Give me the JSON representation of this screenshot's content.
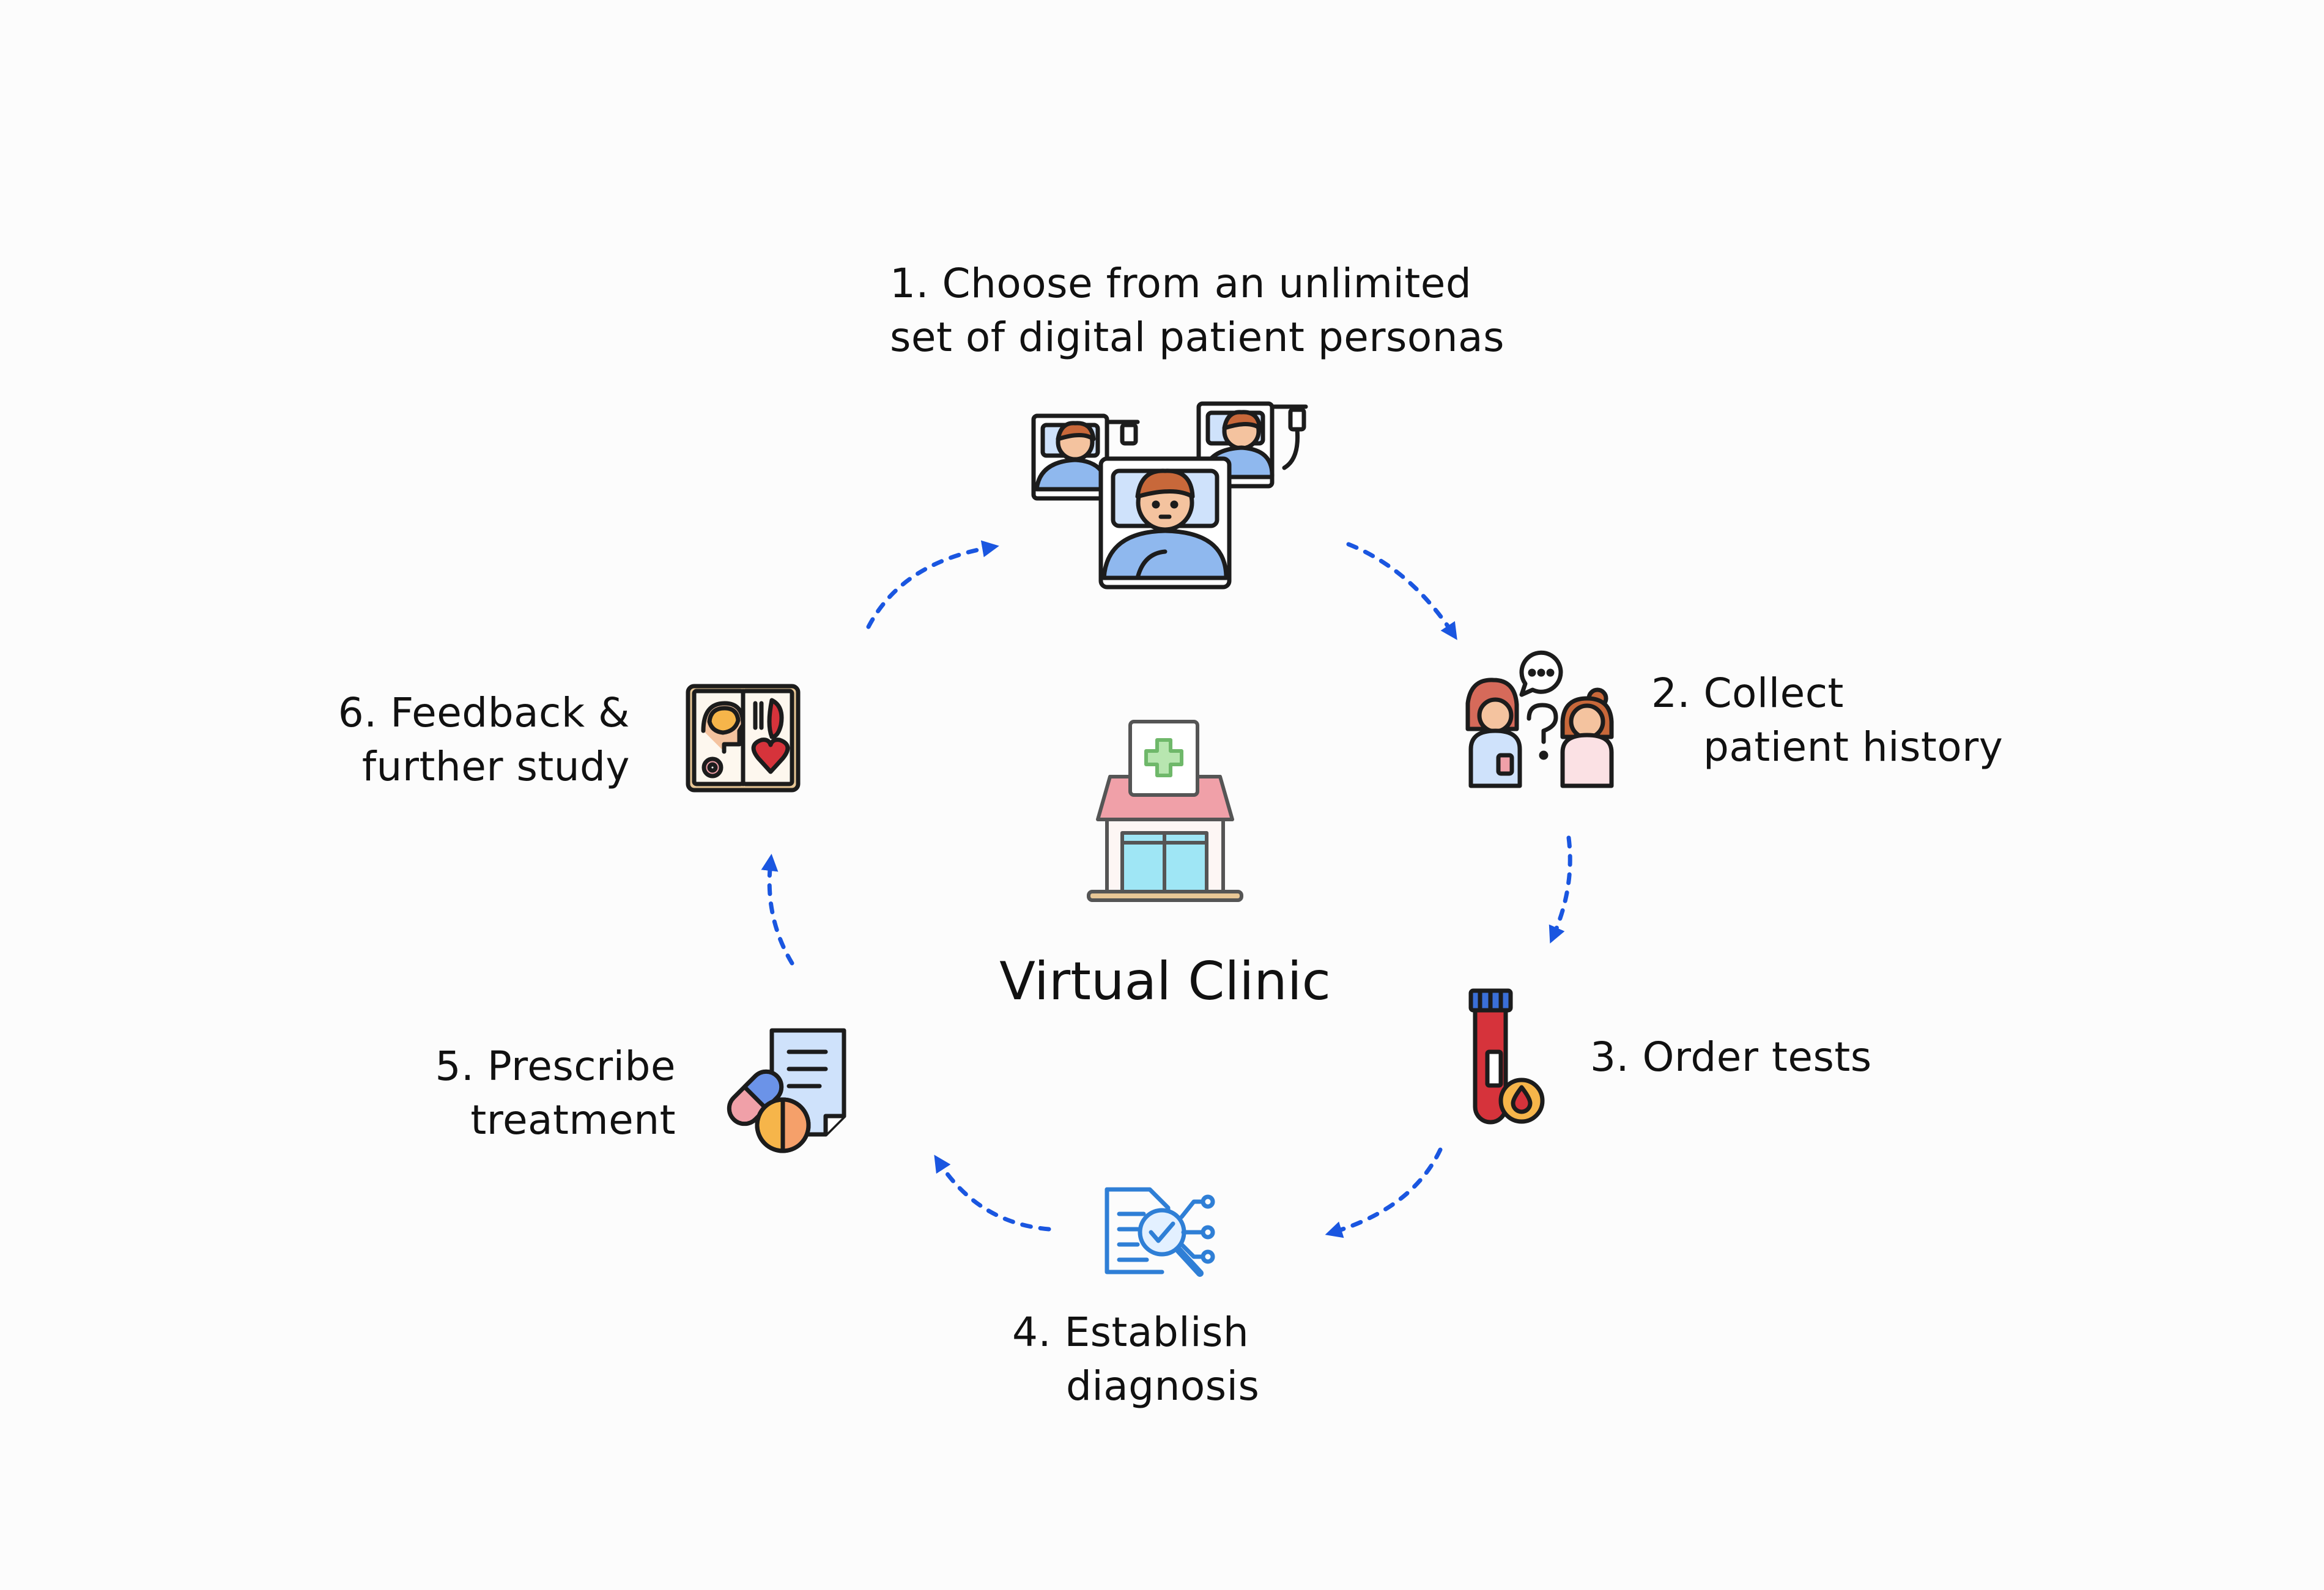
{
  "center": {
    "title": "Virtual Clinic",
    "icon": "clinic-building-icon"
  },
  "steps": [
    {
      "number": "1.",
      "lines": [
        "Choose from an unlimited",
        "set of digital patient personas"
      ],
      "icon": "patients-in-beds-icon"
    },
    {
      "number": "2.",
      "lines": [
        "Collect",
        "patient history"
      ],
      "icon": "doctor-patient-conversation-icon"
    },
    {
      "number": "3.",
      "lines": [
        "Order tests"
      ],
      "icon": "blood-test-tube-icon"
    },
    {
      "number": "4.",
      "lines": [
        "Establish",
        "diagnosis"
      ],
      "icon": "diagnosis-document-search-icon"
    },
    {
      "number": "5.",
      "lines": [
        "Prescribe",
        "treatment"
      ],
      "icon": "prescription-pills-icon"
    },
    {
      "number": "6.",
      "lines": [
        "Feedback &",
        "further study"
      ],
      "icon": "anatomy-book-icon"
    }
  ],
  "colors": {
    "arrow": "#1a56e0",
    "outline": "#1c1c1c",
    "blue": "#8fb8ee",
    "light_blue": "#cfe2fb",
    "skin": "#f4c39f",
    "hair": "#c8683a",
    "pink": "#f0a0a8",
    "red": "#d6333b",
    "orange": "#f6b54a",
    "cyan": "#9fe6f5",
    "paper": "#fdf7ee"
  }
}
